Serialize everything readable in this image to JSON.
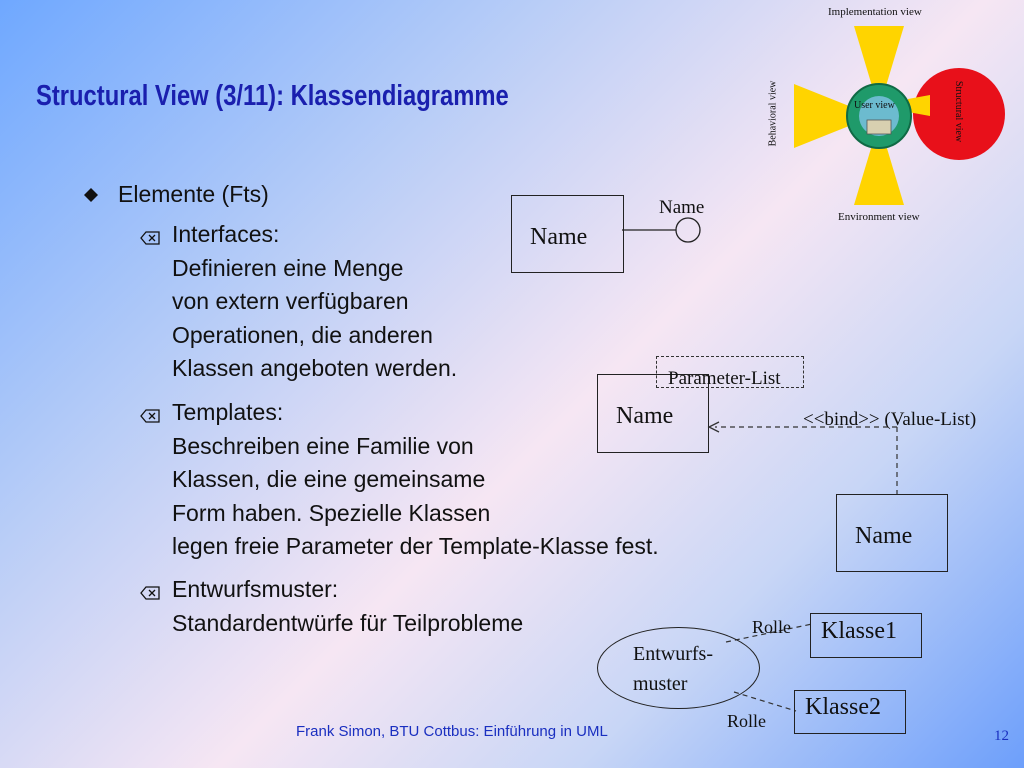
{
  "slide": {
    "title": "Structural View (3/11): Klassendiagramme",
    "bullet": {
      "icon": "diamond-bullet-icon",
      "label": "Elemente (Fts)",
      "subitems": [
        {
          "icon": "erase-key-icon",
          "lines": [
            "Interfaces:",
            "Definieren eine Menge",
            "von extern verfügbaren",
            "Operationen, die anderen",
            "Klassen angeboten werden."
          ]
        },
        {
          "icon": "erase-key-icon",
          "lines": [
            "Templates:",
            "Beschreiben eine Familie von",
            "Klassen, die eine gemeinsame",
            "Form haben. Spezielle Klassen",
            "legen freie Parameter der Template-Klasse fest."
          ]
        },
        {
          "icon": "erase-key-icon",
          "lines": [
            "Entwurfsmuster:",
            "Standardentwürfe für Teilprobleme"
          ]
        }
      ]
    },
    "footer": "Frank Simon, BTU Cottbus: Einführung in UML",
    "page_number": "12"
  },
  "views_diagram": {
    "top": "Implementation view",
    "left": "Behavioral view",
    "center": "User view",
    "right": "Structural view",
    "bottom": "Environment view",
    "colors": {
      "petals": "#ffd400",
      "highlight": "#e8101a",
      "globe": "#1f9a6a"
    }
  },
  "interface_diagram": {
    "class_name": "Name",
    "interface_name": "Name"
  },
  "template_diagram": {
    "template_class": "Name",
    "parameter_list": "Parameter-List",
    "bind_label": "<<bind>> (Value-List)",
    "bound_class": "Name"
  },
  "pattern_diagram": {
    "pattern_line1": "Entwurfs-",
    "pattern_line2": "muster",
    "class1": "Klasse1",
    "class2": "Klasse2",
    "role1": "Rolle",
    "role2": "Rolle"
  }
}
